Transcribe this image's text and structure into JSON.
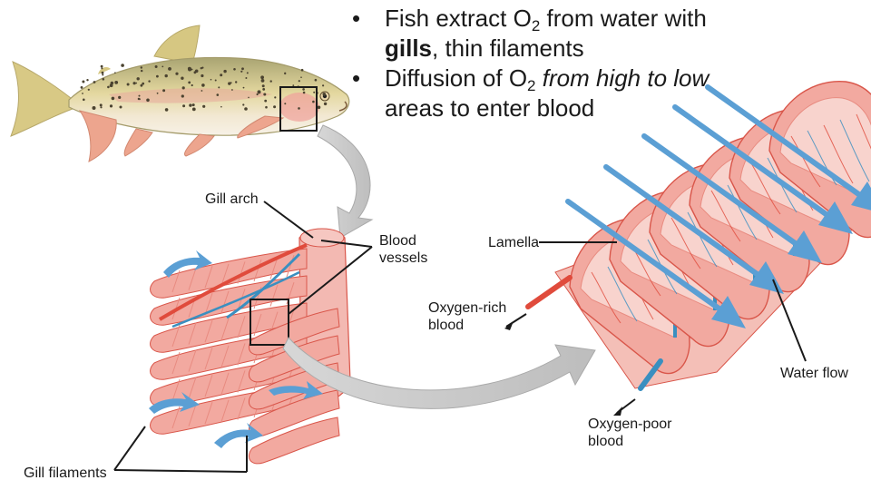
{
  "bullets": [
    {
      "pre": "Fish extract O",
      "sub": "2",
      "mid": " from water with",
      "bold": "gills",
      "post": ", thin filaments"
    },
    {
      "pre": "Diffusion of O",
      "sub": "2",
      "italic": "from high to low",
      "post": " areas to enter blood"
    }
  ],
  "bullet_char": "•",
  "labels": {
    "gill_arch": "Gill arch",
    "blood_vessels": [
      "Blood",
      "vessels"
    ],
    "lamella": "Lamella",
    "oxygen_rich": [
      "Oxygen-rich",
      "blood"
    ],
    "oxygen_poor": [
      "Oxygen-poor",
      "blood"
    ],
    "water_flow": "Water flow",
    "gill_filaments": "Gill filaments"
  },
  "colors": {
    "water_arrow": "#5b9fd4",
    "filament": "#f2a9a0",
    "filament_edge": "#d9564a",
    "vessel_rich": "#e04b3c",
    "vessel_poor": "#3a8fc0",
    "process_arrow": "#c9c9c9"
  }
}
